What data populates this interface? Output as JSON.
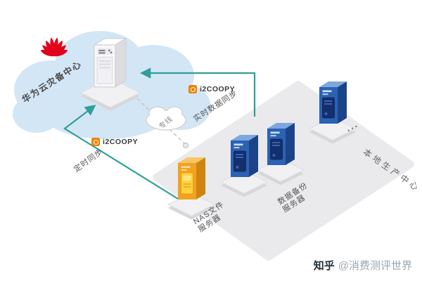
{
  "diagram": {
    "cloud_center": {
      "label": "华为云灾备中心"
    },
    "zone": {
      "label": "本地生产中心"
    },
    "servers": {
      "nas": {
        "label_line1": "NAS文件",
        "label_line2": "服务器"
      },
      "backup": {
        "label_line1": "数据备份",
        "label_line2": "服务器"
      },
      "more_indicator": "⋯"
    },
    "links": {
      "realtime": {
        "product": "i2COOPY",
        "desc": "实时数据同步"
      },
      "scheduled": {
        "product": "i2COOPY",
        "desc": "定时同步"
      },
      "dedicated": {
        "label": "专线"
      }
    }
  },
  "watermark": {
    "site": "知乎",
    "handle": "@消费测评世界"
  },
  "colors": {
    "huawei_red": "#e2001a",
    "cloud_blue": "#d3e6f6",
    "plane_gray": "#eaeaec",
    "server_blue": "#2b62b4",
    "nas_orange": "#f3a11f",
    "arrow_teal": "#2f9f98",
    "i2coopy_orange": "#ef8200"
  }
}
